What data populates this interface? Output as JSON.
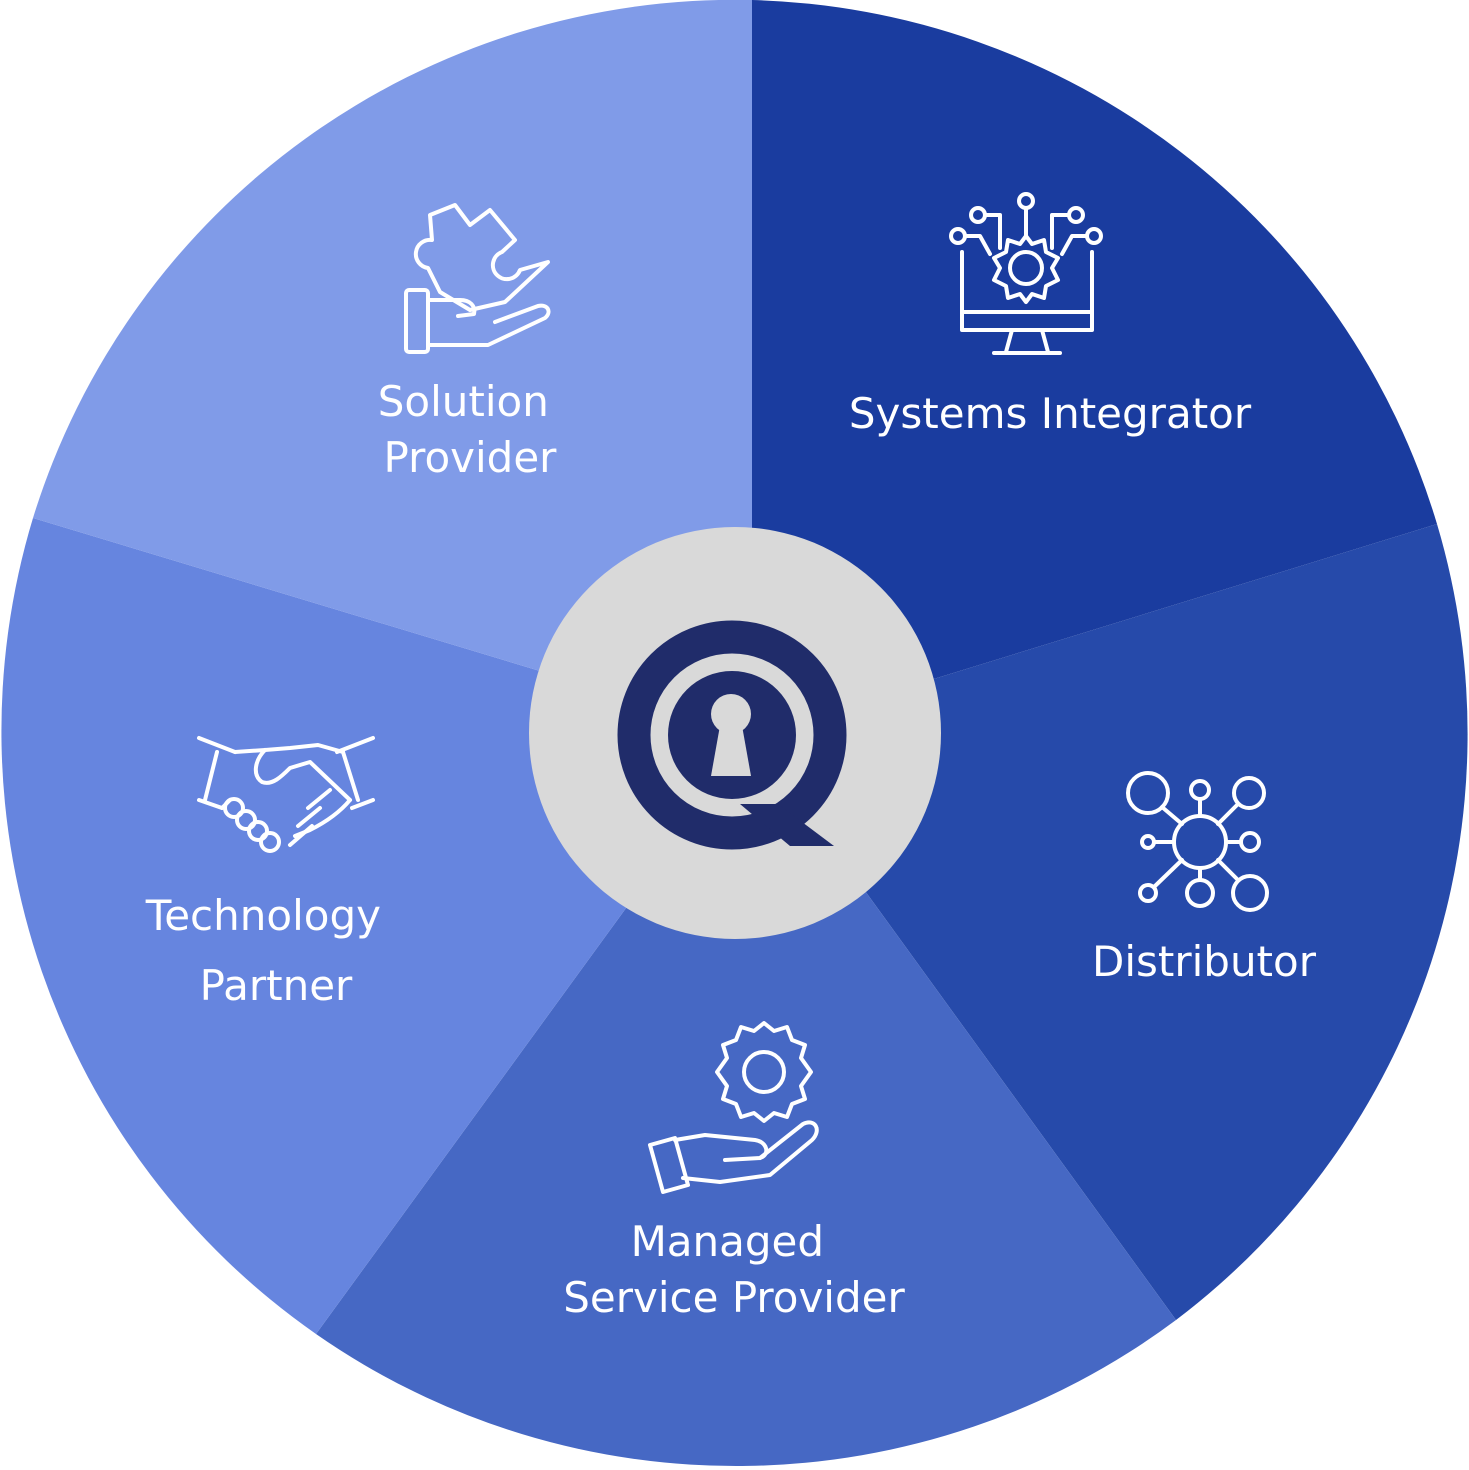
{
  "diagram": {
    "center_logo": {
      "icon": "keyhole-q-logo-icon",
      "background_color": "#d9d9d9",
      "mark_color": "#202c6a"
    },
    "segments": [
      {
        "id": "systems-integrator",
        "label_lines": [
          "Systems Integrator"
        ],
        "icon": "monitor-gear-circuit-icon",
        "color": "#1a3c9f"
      },
      {
        "id": "distributor",
        "label_lines": [
          "Distributor"
        ],
        "icon": "network-hub-icon",
        "color": "#264aaa"
      },
      {
        "id": "managed-service-provider",
        "label_lines": [
          "Managed",
          "Service Provider"
        ],
        "icon": "hand-gear-icon",
        "color": "#4668c4"
      },
      {
        "id": "technology-partner",
        "label_lines": [
          "Technology",
          "Partner"
        ],
        "icon": "handshake-icon",
        "color": "#6685df"
      },
      {
        "id": "solution-provider",
        "label_lines": [
          "Solution",
          "Provider"
        ],
        "icon": "hand-puzzle-icon",
        "color": "#809be8"
      }
    ]
  }
}
